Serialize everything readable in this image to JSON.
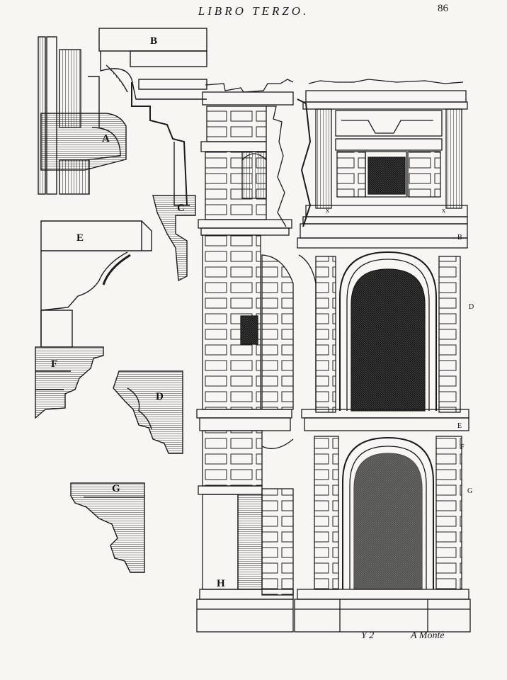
{
  "header": {
    "title": "LIBRO TERZO.",
    "page_number": "86"
  },
  "footer": {
    "signature": "Y 2",
    "catchword": "A Monte"
  },
  "moulding_labels": [
    "A",
    "B",
    "C",
    "D",
    "E",
    "F",
    "G",
    "H"
  ],
  "elevation_labels": {
    "x_left": "x",
    "x_right": "x",
    "B": "B",
    "D": "D",
    "E": "E",
    "F": "F",
    "G": "G",
    "H": "H"
  },
  "colors": {
    "ink": "#1b1b1b",
    "paper": "#f7f6f2",
    "shade": "#3a3a3a"
  }
}
